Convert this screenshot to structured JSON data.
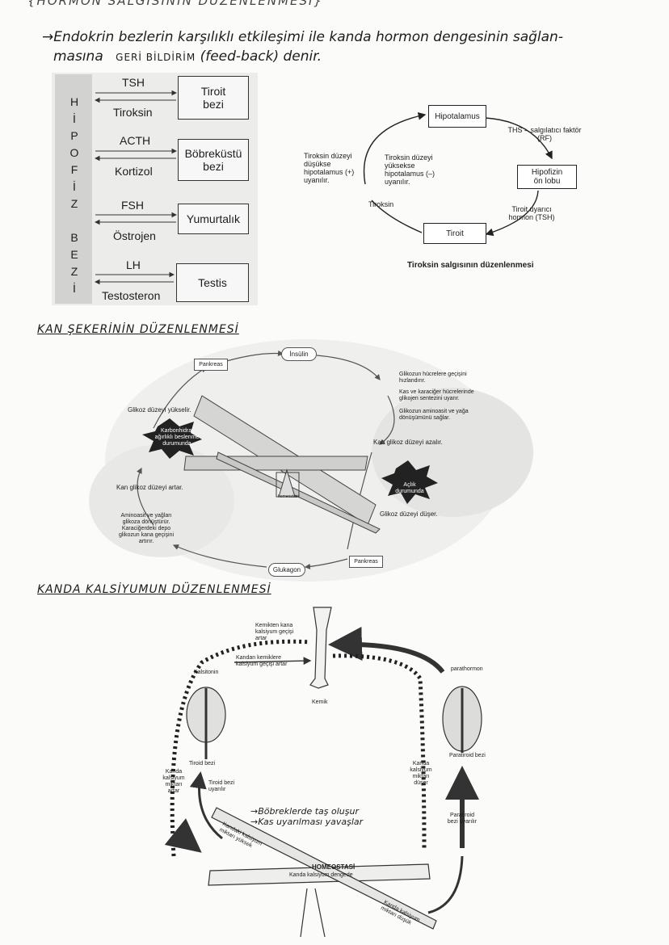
{
  "header": {
    "cut_title": "{HORMON SALGISININ DÜZENLENMESİ}",
    "line1": "→Endokrin bezlerin karşılıklı etkileşimi ile kanda hormon dengesinin sağlan-",
    "line2_prefix": "masına",
    "line2_caps": "GERİ BİLDİRİM",
    "line2_suffix": "(feed-back) denir."
  },
  "hipofiz": {
    "vertical_text": [
      "H",
      "İ",
      "P",
      "O",
      "F",
      "İ",
      "Z",
      "",
      "B",
      "E",
      "Z",
      "İ"
    ],
    "rows": [
      {
        "out": "TSH",
        "in": "Tiroksin",
        "target_line1": "Tiroit",
        "target_line2": "bezi"
      },
      {
        "out": "ACTH",
        "in": "Kortizol",
        "target_line1": "Böbreküstü",
        "target_line2": "bezi"
      },
      {
        "out": "FSH",
        "in": "Östrojen",
        "target_line1": "Yumurtalık",
        "target_line2": ""
      },
      {
        "out": "LH",
        "in": "Testosteron",
        "target_line1": "Testis",
        "target_line2": ""
      }
    ]
  },
  "tiroksin_cycle": {
    "hipotalamus": "Hipotalamus",
    "ths": "THS – salgılatıcı faktör (RF)",
    "hipofiz_line1": "Hipofizin",
    "hipofiz_line2": "ön lobu",
    "tsh": "Tiroit uyarıcı hormon (TSH)",
    "tiroit": "Tiroit",
    "tiroksin": "Tiroksin",
    "high_note": "Tiroksin düzeyi yüksekse hipotalamus (–) uyanılır.",
    "low_note": "Tiroksin düzeyi düşükse hipotalamus (+) uyanılır.",
    "caption": "Tiroksin salgısının düzenlenmesi"
  },
  "kan_sekeri": {
    "title": "KAN ŞEKERİNİN DÜZENLENMESİ",
    "insulin": "İnsülin",
    "pankreas_top": "Pankreas",
    "pankreas_bottom": "Pankreas",
    "glukagon": "Glukagon",
    "karbonhidrat": "Karbonhidrat ağırlıklı beslenme durumunda",
    "aclik": "Açlık durumunda",
    "glikoz_yukselir": "Glikoz düzeyi yükselir.",
    "glikoz_duser": "Glikoz düzeyi düşer.",
    "kan_glikoz_azalir": "Kan glikoz düzeyi azalır.",
    "kan_glikoz_artar": "Kan glikoz düzeyi artar.",
    "effect1": "Glikozun hücrelere geçişini hızlandırır.",
    "effect2": "Kas ve karaciğer hücrelerinde glikojen sentezini uyarır.",
    "effect3": "Glikozun aminoasit ve yağa dönüşümünü sağlar.",
    "left_effects": "Aminoasit ve yağları glikoza dönüştürür. Karaciğerdeki depo glikozun kana geçişini artırır.",
    "seesaw_label": "homeostasi"
  },
  "kalsiyum": {
    "title": "KANDA KALSİYUMUN DÜZENLENMESİ",
    "kemikten": "Kemikten kana kalsiyum geçişi artar",
    "kandan": "Kandan kemiklere kalsiyum geçişi artar",
    "kalsitonin": "Kalsitonin",
    "parathormon": "parathormon",
    "kemik": "Kemik",
    "tiroid_bezi": "Tiroid bezi",
    "paratiroid_bezi": "Paratiroid bezi",
    "kanda_artar": "Kanda kalsiyum miktarı artar",
    "kanda_duser": "Kanda kalsiyum miktarı düşer",
    "tiroid_uyarilir": "Tiroid bezi uyarılır",
    "paratiroid_uyarilir": "Paratiroid bezi uyarılır",
    "hand1": "→Böbreklerde taş oluşur",
    "hand2": "→Kas uyarılması yavaşlar",
    "kandaki_yuksek": "Kandaki kalsiyum miktarı yüksek",
    "homeostasi": "HOMEOSTASİ",
    "denge": "Kanda kalsiyum dengede",
    "kanda_dusuk": "Kanda kalsiyum miktarı düşük"
  }
}
